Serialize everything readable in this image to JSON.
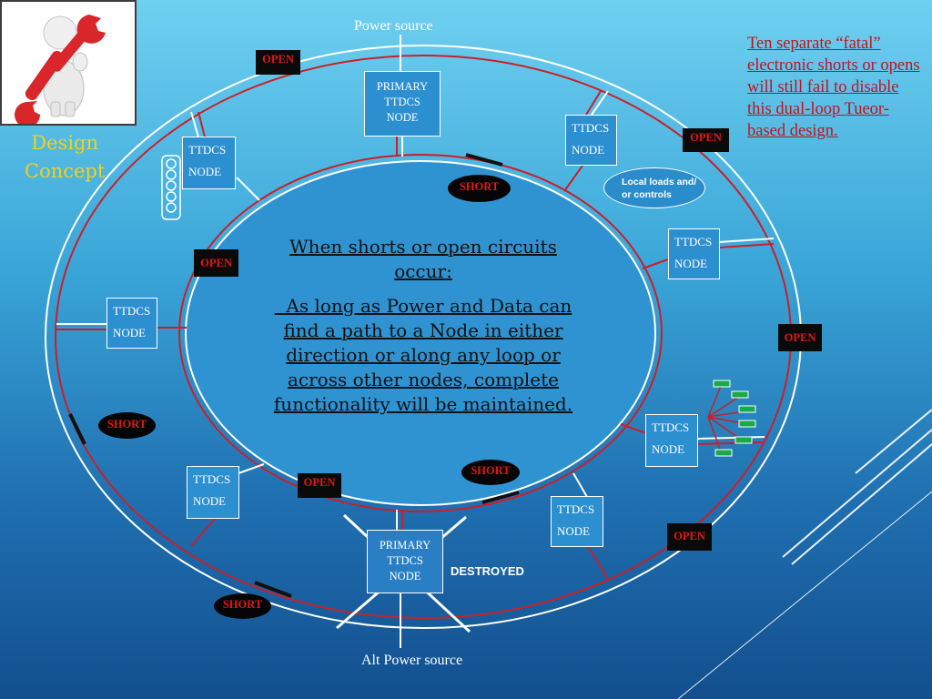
{
  "title": {
    "line1": "Design",
    "line2": "Concept"
  },
  "note": "Ten separate “fatal” electronic shorts or opens will still fail to disable this dual-loop Tueor-based design.",
  "power_source": "Power source",
  "alt_power_source": "Alt Power source",
  "center_message": {
    "heading_line1": "When shorts or open circuits",
    "heading_line2": "occur:",
    "body_line1": "  As long as Power and Data can",
    "body_line2": "find a path to a Node in either",
    "body_line3": "direction or along any loop or",
    "body_line4": "across other nodes, complete",
    "body_line5": "functionality will be maintained."
  },
  "primary_node": {
    "line1": "PRIMARY",
    "line2": "TTDCS",
    "line3": "NODE"
  },
  "destroyed_node": {
    "line1": "PRIMARY",
    "line2": "TTDCS",
    "line3": "NODE",
    "status": "DESTROYED"
  },
  "nodes": [
    {
      "line1": "TTDCS",
      "line2": "NODE"
    },
    {
      "line1": "TTDCS",
      "line2": "NODE"
    },
    {
      "line1": "TTDCS",
      "line2": "NODE"
    },
    {
      "line1": "TTDCS",
      "line2": "NODE"
    },
    {
      "line1": "TTDCS",
      "line2": "NODE"
    },
    {
      "line1": "TTDCS",
      "line2": "NODE"
    },
    {
      "line1": "TTDCS",
      "line2": "NODE"
    }
  ],
  "local_loads": {
    "line1": "Local loads and/",
    "line2": "or controls"
  },
  "open_labels": [
    "OPEN",
    "OPEN",
    "OPEN",
    "OPEN",
    "OPEN",
    "OPEN"
  ],
  "short_labels": [
    "SHORT",
    "SHORT",
    "SHORT",
    "SHORT"
  ],
  "colors": {
    "loop_red": "#c8202a",
    "loop_white": "#ffffff",
    "title_yellow": "#f2d21a",
    "note_red": "#c0141c",
    "fault_red": "#e01818"
  },
  "icons": {
    "logo": "mechanic-with-wrench-icon",
    "coil": "coil-icon",
    "led_cluster": "led-cluster-icon",
    "destroyed_mark": "x-cross-icon"
  }
}
